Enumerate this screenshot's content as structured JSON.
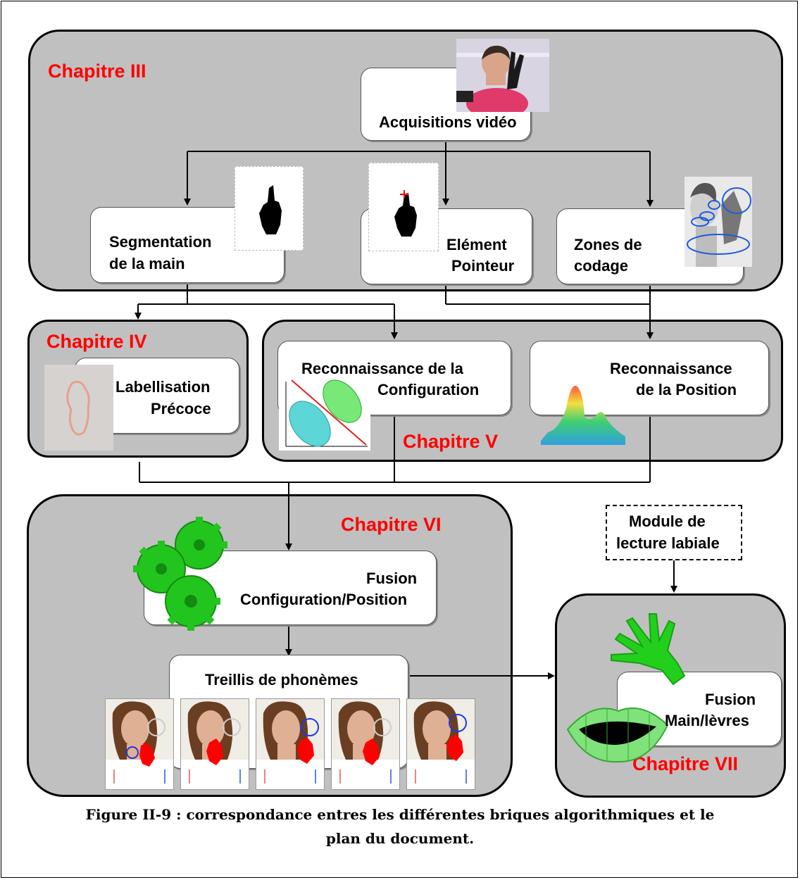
{
  "chapters": {
    "ch3": "Chapitre III",
    "ch4": "Chapitre IV",
    "ch5": "Chapitre V",
    "ch6": "Chapitre VI",
    "ch7": "Chapitre VII"
  },
  "boxes": {
    "acquisition": "Acquisitions vidéo",
    "segmentation_l1": "Segmentation",
    "segmentation_l2": "de la main",
    "pointeur_l1": "Elément",
    "pointeur_l2": "Pointeur",
    "zones_l1": "Zones de",
    "zones_l2": "codage",
    "labellisation_l1": "Labellisation",
    "labellisation_l2": "Précoce",
    "reco_config_l1": "Reconnaissance de la",
    "reco_config_l2": "Configuration",
    "reco_position_l1": "Reconnaissance",
    "reco_position_l2": "de la Position",
    "fusion_cp_l1": "Fusion",
    "fusion_cp_l2": "Configuration/Position",
    "treillis": "Treillis de phonèmes",
    "module_l1": "Module de",
    "module_l2": "lecture labiale",
    "fusion_ml_l1": "Fusion",
    "fusion_ml_l2": "Main/lèvres"
  },
  "caption": {
    "line1": "Figure II-9 : correspondance entres les différentes briques algorithmiques et le",
    "line2": "plan du document."
  },
  "colors": {
    "panel": "#c0c0c0",
    "chapter_text": "#ff0000",
    "gear": "#22c51e",
    "hand_red": "#ff0000"
  }
}
